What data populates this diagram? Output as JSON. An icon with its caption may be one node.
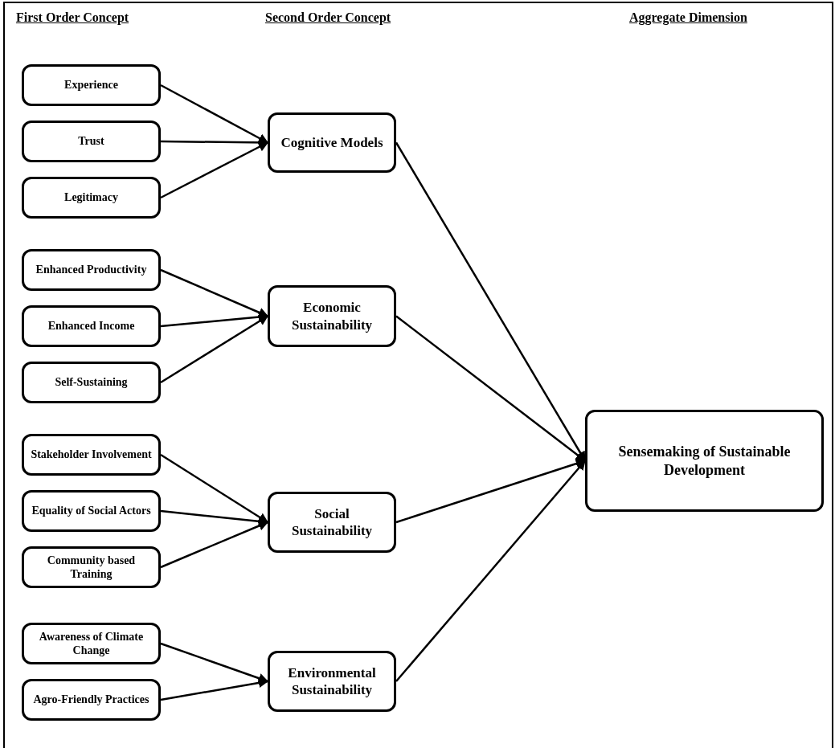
{
  "diagram": {
    "nodes": [
      {
        "text": [
          "Experience"
        ]
      },
      {
        "text": [
          "Trust"
        ]
      },
      {
        "text": [
          "Legitimacy"
        ]
      },
      {
        "text": [
          "Cognitive Models"
        ]
      },
      {
        "text": [
          "Enhanced Productivity"
        ]
      },
      {
        "text": [
          "Enhanced Income"
        ]
      },
      {
        "text": [
          "Self-Sustaining"
        ]
      },
      {
        "text": [
          "Economic Sustainability"
        ]
      },
      {
        "text": [
          "Stakeholder Involvement"
        ]
      },
      {
        "text": [
          "Equality of Social Actors"
        ]
      },
      {
        "text": [
          "Community based Training"
        ]
      },
      {
        "text": [
          "Social Sustainability"
        ]
      },
      {
        "text": [
          "Awareness of Climate Change"
        ]
      },
      {
        "text": [
          "Agro-Friendly Practices"
        ]
      },
      {
        "text": [
          "Environmental Sustainability"
        ]
      },
      {
        "text": [
          "Sensemaking of Sustainable Development"
        ]
      }
    ],
    "edges": [
      {
        "from": 0,
        "to": 3,
        "arrow": "to"
      },
      {
        "from": 1,
        "to": 3,
        "arrow": "to"
      },
      {
        "from": 2,
        "to": 3,
        "arrow": "to"
      },
      {
        "from": 4,
        "to": 7,
        "arrow": "to"
      },
      {
        "from": 5,
        "to": 7,
        "arrow": "to"
      },
      {
        "from": 6,
        "to": 7,
        "arrow": "to"
      },
      {
        "from": 8,
        "to": 11,
        "arrow": "to"
      },
      {
        "from": 9,
        "to": 11,
        "arrow": "to"
      },
      {
        "from": 10,
        "to": 11,
        "arrow": "to"
      },
      {
        "from": 12,
        "to": 14,
        "arrow": "to"
      },
      {
        "from": 13,
        "to": 14,
        "arrow": "to"
      },
      {
        "from": 3,
        "to": 15,
        "arrow": "to"
      },
      {
        "from": 7,
        "to": 15,
        "arrow": "to"
      },
      {
        "from": 11,
        "to": 15,
        "arrow": "to"
      },
      {
        "from": 14,
        "to": 15,
        "arrow": "to"
      }
    ],
    "labels": [
      "First Order Concept",
      "Second Order Concept",
      "Aggregate Dimension"
    ]
  }
}
